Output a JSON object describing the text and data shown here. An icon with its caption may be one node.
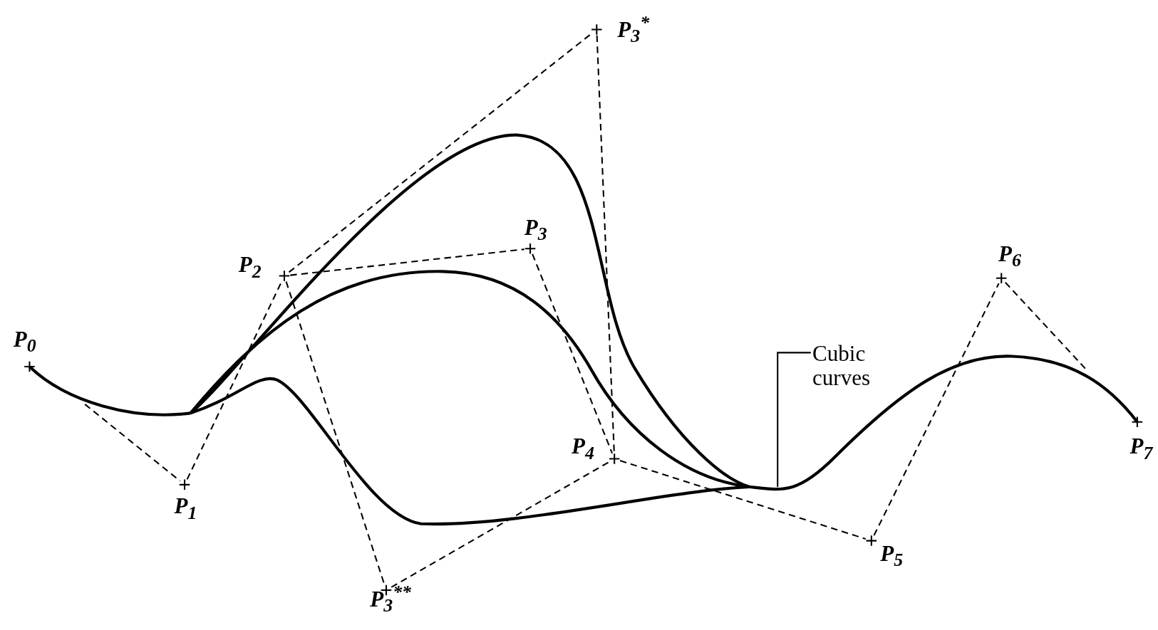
{
  "diagram": {
    "nodes": [
      {
        "text": [],
        "shape": "point",
        "beside": [
          "P$_{3}$$^{*}$"
        ]
      },
      {
        "text": [],
        "shape": "point",
        "beside": [
          "P$_{3}$"
        ]
      },
      {
        "text": [],
        "shape": "point",
        "beside": [
          "P$_{2}$"
        ]
      },
      {
        "text": [],
        "shape": "point",
        "beside": [
          "P$_{6}$"
        ]
      },
      {
        "text": [],
        "shape": "point",
        "beside": [
          "P$_{0}$"
        ]
      },
      {
        "text": [
          "Cubic curves"
        ]
      },
      {
        "text": [],
        "shape": "point",
        "beside": [
          "P$_{7}$"
        ]
      },
      {
        "text": [],
        "shape": "point",
        "beside": [
          "P$_{4}$"
        ]
      },
      {
        "text": [],
        "shape": "point",
        "beside": [
          "P$_{1}$"
        ]
      },
      {
        "text": [],
        "shape": "point",
        "beside": [
          "P$_{5}$"
        ]
      },
      {
        "text": [],
        "shape": "point",
        "beside": [
          "P$_{3}$$^{**}$"
        ]
      }
    ],
    "edges": [
      {
        "from": null,
        "to": 8,
        "arrow": "none",
        "style": "dashed"
      },
      {
        "from": 8,
        "to": 2,
        "arrow": "none",
        "style": "dashed"
      },
      {
        "from": 2,
        "to": 1,
        "arrow": "none",
        "style": "dashed"
      },
      {
        "from": 1,
        "to": 7,
        "arrow": "none",
        "style": "dashed"
      },
      {
        "from": 7,
        "to": 9,
        "arrow": "none",
        "style": "dashed"
      },
      {
        "from": 9,
        "to": 3,
        "arrow": "none",
        "style": "dashed"
      },
      {
        "from": 3,
        "to": null,
        "arrow": "none",
        "style": "dashed"
      },
      {
        "from": 2,
        "to": 0,
        "arrow": "none",
        "style": "dashed"
      },
      {
        "from": 0,
        "to": 7,
        "arrow": "none",
        "style": "dashed"
      },
      {
        "from": 2,
        "to": 10,
        "arrow": "none",
        "style": "dashed"
      },
      {
        "from": 10,
        "to": 7,
        "arrow": "none",
        "style": "dashed"
      },
      {
        "from": 5,
        "to": null,
        "arrow": "none"
      }
    ]
  }
}
